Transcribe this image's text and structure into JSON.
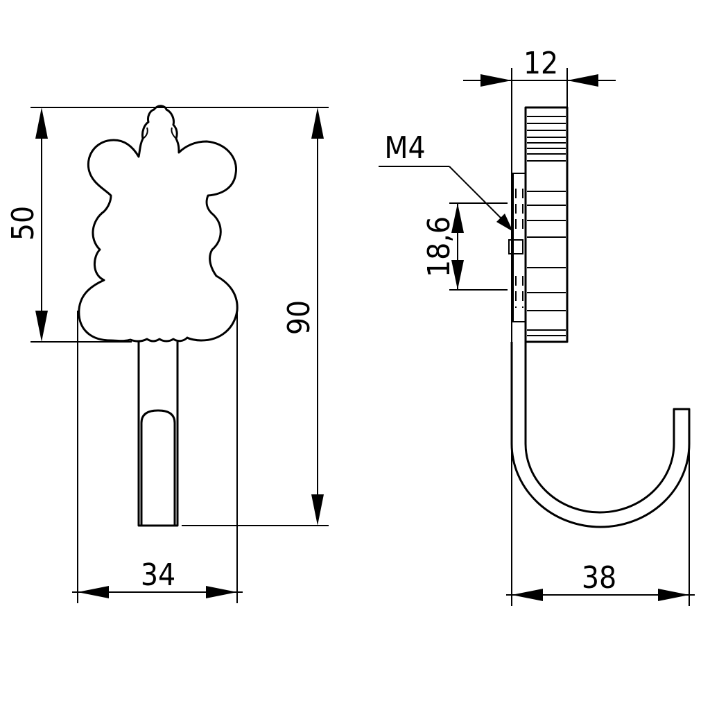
{
  "front_view": {
    "height_head": "50",
    "height_total": "90",
    "width": "34"
  },
  "side_view": {
    "thickness": "12",
    "thread": "M4",
    "hole_spacing": "18,6",
    "depth": "38"
  }
}
